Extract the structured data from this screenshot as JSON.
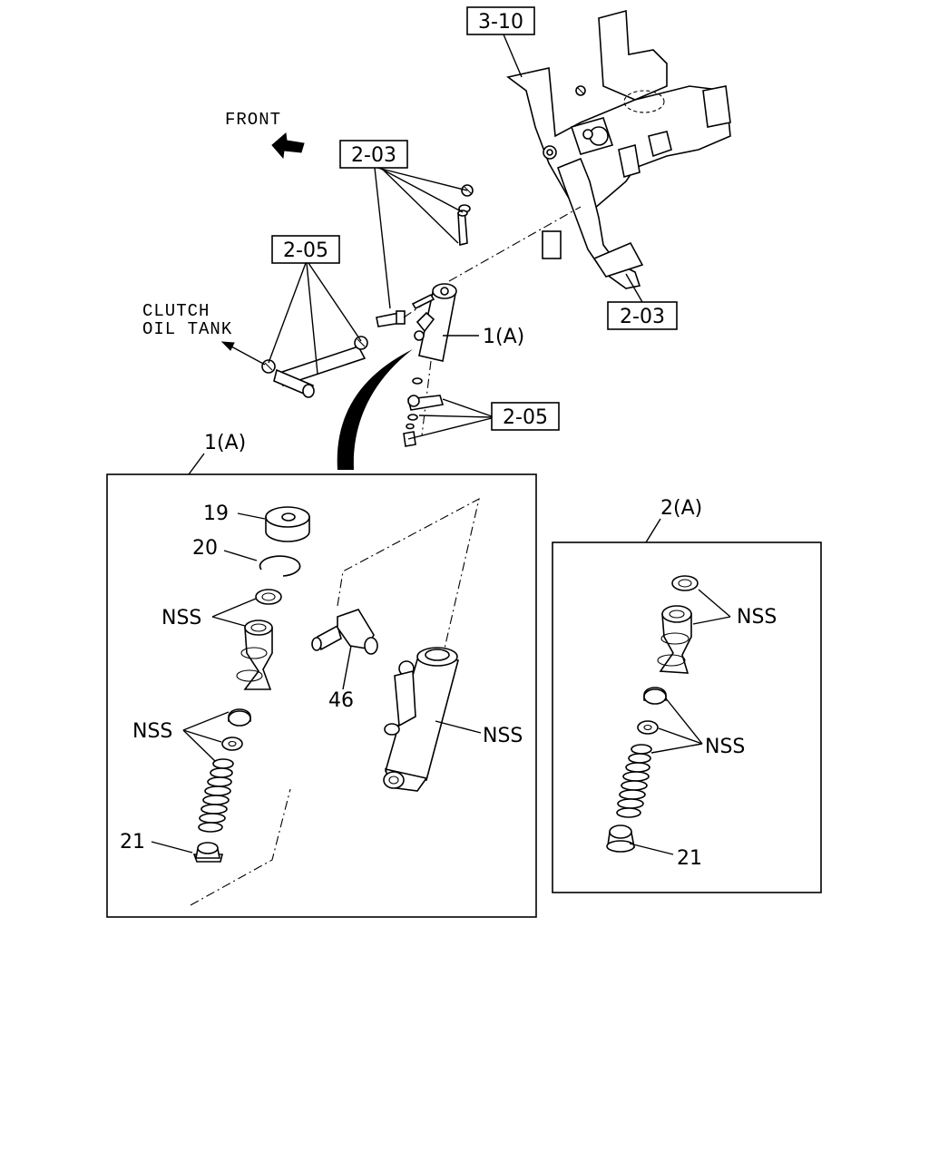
{
  "labels": {
    "front": "FRONT",
    "clutch_line1": "CLUTCH",
    "clutch_line2": "OIL TANK",
    "ref_3_10": "3-10",
    "ref_2_03_top": "2-03",
    "ref_2_03_pedal": "2-03",
    "ref_2_05_left": "2-05",
    "ref_2_05_right": "2-05",
    "cylinder_1a": "1(A)",
    "inset_1a": "1(A)",
    "inset_2a": "2(A)"
  },
  "inset_1a": {
    "part_19": "19",
    "part_20": "20",
    "nss_upper": "NSS",
    "nss_lower": "NSS",
    "nss_body": "NSS",
    "part_46": "46",
    "part_21": "21"
  },
  "inset_2a": {
    "nss_upper": "NSS",
    "nss_lower": "NSS",
    "part_21": "21"
  }
}
